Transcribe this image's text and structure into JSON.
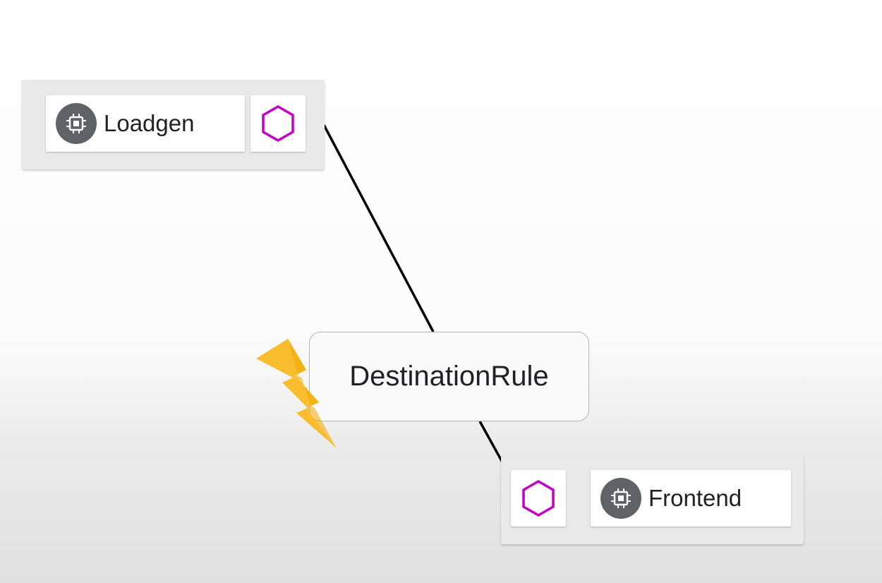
{
  "nodes": {
    "loadgen": {
      "label": "Loadgen",
      "service_icon": "chip-icon",
      "proxy_icon": "hexagon-icon"
    },
    "frontend": {
      "label": "Frontend",
      "service_icon": "chip-icon",
      "proxy_icon": "hexagon-icon"
    }
  },
  "edge": {
    "label": "DestinationRule",
    "badge_icon": "lightning-bolt-icon"
  },
  "colors": {
    "hexagon": "#c400c8",
    "service_icon_bg": "#5f6368",
    "bolt_fill": "#f9bd2e",
    "bolt_shade": "#f2a900",
    "edge_line": "#000000"
  }
}
